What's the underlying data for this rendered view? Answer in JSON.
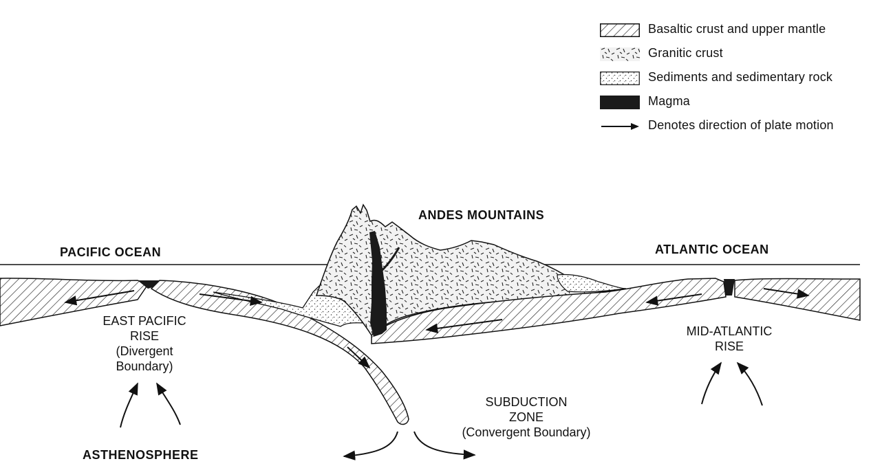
{
  "legend": {
    "items": [
      {
        "icon": "basaltic-hatch",
        "label": "Basaltic crust and upper mantle"
      },
      {
        "icon": "granitic-dashes",
        "label": "Granitic crust"
      },
      {
        "icon": "sediment-dots",
        "label": "Sediments and sedimentary rock"
      },
      {
        "icon": "magma-solid",
        "label": "Magma"
      },
      {
        "icon": "arrow-right",
        "label": "Denotes direction of plate motion"
      }
    ]
  },
  "labels": {
    "andes": "ANDES MOUNTAINS",
    "pacific": "PACIFIC OCEAN",
    "atlantic": "ATLANTIC OCEAN",
    "east_pacific_line1": "EAST PACIFIC",
    "east_pacific_line2": "RISE",
    "east_pacific_line3": "(Divergent",
    "east_pacific_line4": "Boundary)",
    "mid_atlantic_line1": "MID-ATLANTIC",
    "mid_atlantic_line2": "RISE",
    "subduction_line1": "SUBDUCTION",
    "subduction_line2": "ZONE",
    "subduction_line3": "(Convergent Boundary)",
    "asthenosphere": "ASTHENOSPHERE"
  },
  "colors": {
    "ink": "#111111",
    "paper": "#ffffff",
    "granite_fill": "#f2f2f2",
    "magma": "#1a1a1a"
  }
}
